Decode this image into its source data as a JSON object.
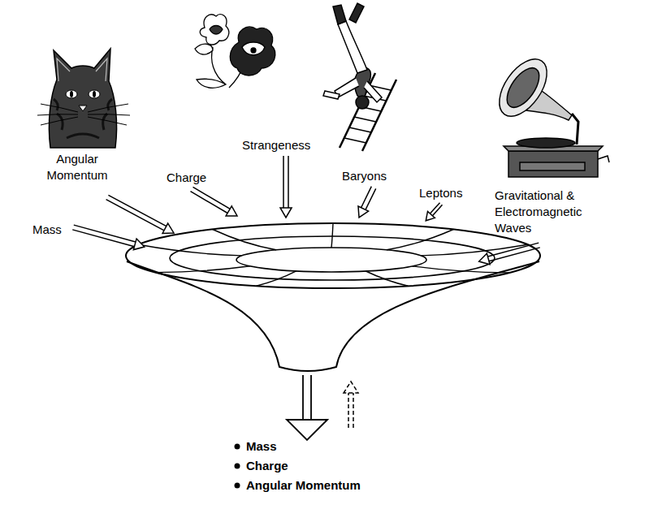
{
  "diagram": {
    "labels": [
      "Mass",
      "Angular Momentum",
      "Charge",
      "Strangeness",
      "Baryons",
      "Leptons",
      "Gravitational & Electromagnetic Waves",
      "Mass",
      "Charge",
      "Angular Momentum"
    ]
  }
}
